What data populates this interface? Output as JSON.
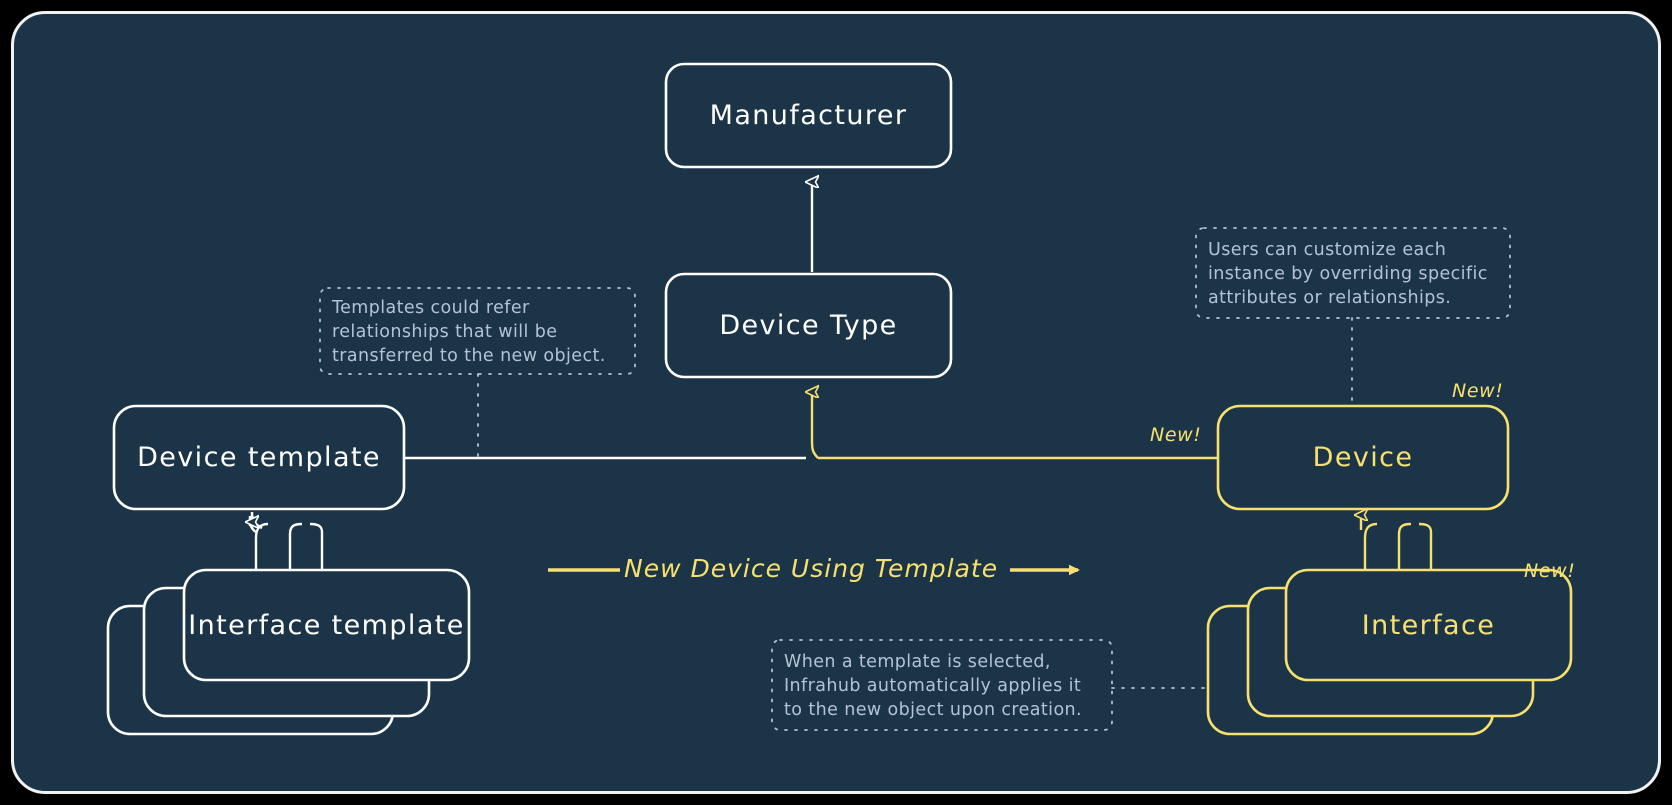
{
  "diagram": {
    "title": "Infrahub Device Template Relationship Diagram",
    "background_color": "#1c3448",
    "frame_border_color": "#f2f2f2",
    "white_color": "#ffffff",
    "yellow_color": "#f7e06e",
    "note_color": "#b2c4d4"
  },
  "nodes": {
    "manufacturer": {
      "label": "Manufacturer",
      "style": "white"
    },
    "device_type": {
      "label": "Device Type",
      "style": "white"
    },
    "device_template": {
      "label": "Device template",
      "style": "white"
    },
    "interface_template": {
      "label": "Interface template",
      "style": "white",
      "stacked": true
    },
    "device": {
      "label": "Device",
      "style": "yellow"
    },
    "interface": {
      "label": "Interface",
      "style": "yellow",
      "stacked": true
    }
  },
  "badges": {
    "device_corner": "New!",
    "device_edge": "New!",
    "interface_corner": "New!"
  },
  "edges": {
    "new_device_using_template": "New Device Using Template"
  },
  "notes": {
    "templates_refer": "Templates could refer\nrelationships that will be\ntransferred to the new object.",
    "users_customize": "Users can customize each\ninstance by overriding specific\nattributes or relationships.",
    "template_selected": "When a template is selected,\nInfrahub automatically applies it\nto the new object upon creation."
  }
}
